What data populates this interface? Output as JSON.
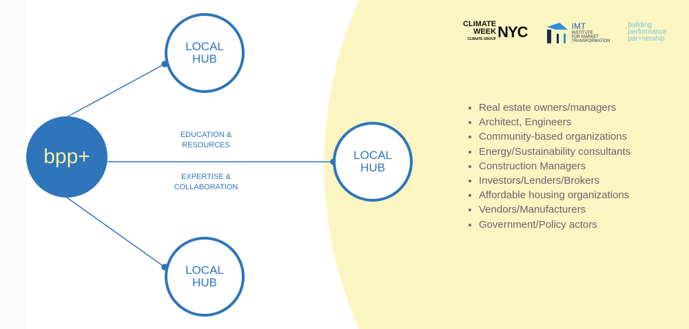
{
  "center_node": {
    "label": "bpp+"
  },
  "hubs": [
    {
      "line1": "LOCAL",
      "line2": "HUB"
    },
    {
      "line1": "LOCAL",
      "line2": "HUB"
    },
    {
      "line1": "LOCAL",
      "line2": "HUB"
    }
  ],
  "connector_labels": {
    "top": {
      "line1": "EDUCATION &",
      "line2": "RESOURCES"
    },
    "bottom": {
      "line1": "EXPERTISE &",
      "line2": "COLLABORATION"
    }
  },
  "logos": {
    "climate_week": {
      "line1": "CLIMATE",
      "line2": "WEEK",
      "nyc": "NYC",
      "sub": "CLIMATE GROUP"
    },
    "imt": {
      "title": "IMT",
      "line1": "INSTITUTE",
      "line2": "FOR MARKET",
      "line3": "TRANSFORMATION"
    },
    "bpp": {
      "line1": "building",
      "line2": "performance",
      "line3": "par+nership"
    }
  },
  "stakeholders": [
    "Real estate owners/managers",
    "Architect, Engineers",
    "Community-based organizations",
    "Energy/Sustainability consultants",
    "Construction Managers",
    "Investors/Lenders/Brokers",
    "Affordable housing organizations",
    "Vendors/Manufacturers",
    "Government/Policy actors"
  ],
  "colors": {
    "primary": "#2e75bb",
    "accent_text": "#f5f0a6",
    "background_shape": "#fbf5c1"
  }
}
